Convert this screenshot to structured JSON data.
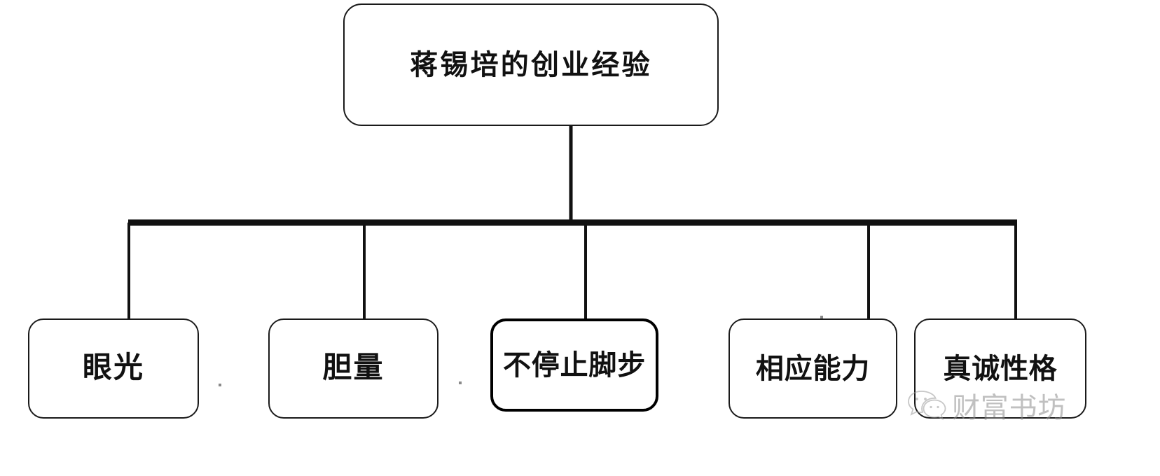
{
  "diagram": {
    "type": "tree",
    "title": "蒋锡培的创业经验",
    "root": {
      "id": "root",
      "label": "蒋锡培的创业经验"
    },
    "children": [
      {
        "id": "child-1",
        "label": "眼光"
      },
      {
        "id": "child-2",
        "label": "胆量"
      },
      {
        "id": "child-3",
        "label": "不停止脚步"
      },
      {
        "id": "child-4",
        "label": "相应能力"
      },
      {
        "id": "child-5",
        "label": "真诚性格"
      }
    ],
    "colors": {
      "stroke": "#1a1a1a",
      "fill": "#ffffff",
      "text": "#111111",
      "watermark": "#8e8e8e"
    }
  },
  "watermark": {
    "text": "财富书坊",
    "icon": "wechat-icon"
  }
}
